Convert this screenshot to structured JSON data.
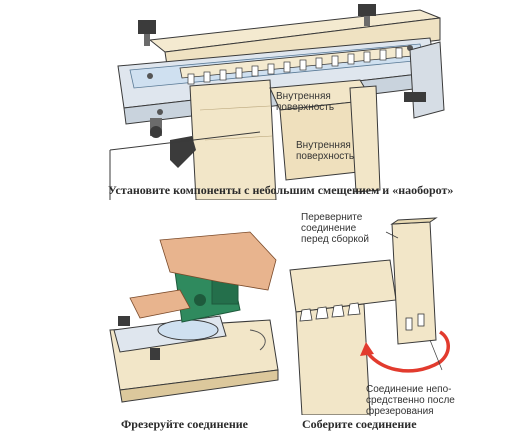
{
  "top": {
    "label_inner_1": [
      "Внутренняя",
      "поверхность"
    ],
    "label_inner_2": [
      "Внутренняя",
      "поверхность"
    ],
    "caption": "Установите компоненты с небольшим смещением и «наоборот»"
  },
  "bottom_left": {
    "caption": "Фрезеруйте соединение"
  },
  "bottom_right": {
    "label_flip": [
      "Переверните",
      "соединение",
      "перед сборкой"
    ],
    "label_after": [
      "Соединение непо-",
      "средственно после",
      "фрезерования"
    ],
    "caption": "Соберите соединение"
  },
  "colors": {
    "wood": "#f2e6c8",
    "wood_dark": "#dcc89c",
    "metal": "#dfe6ee",
    "blue_plate": "#cfe0f0",
    "router_green": "#2f8a5e",
    "skin": "#e8b48e",
    "arrow_red": "#e23b2e",
    "ink": "#3a3a3a"
  }
}
